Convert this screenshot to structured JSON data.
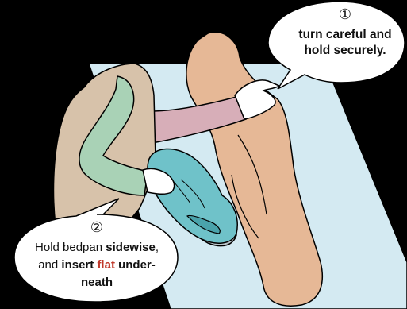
{
  "background_color": "#000000",
  "colors": {
    "bed": "#d4eaf2",
    "patient_skin": "#e6b896",
    "caregiver_coat": "#d7c2aa",
    "sleeve_front": "#a9d2b6",
    "sleeve_back": "#d7aeb8",
    "bedpan": "#6fc2c9",
    "emphasis_red": "#c0392b",
    "bubble": "#ffffff"
  },
  "step_1": {
    "number": "①",
    "line1": "turn careful and",
    "line2": "hold securely."
  },
  "step_2": {
    "number": "②",
    "line1_prefix": "Hold bedpan ",
    "line1_emphasis": "sidewise",
    "line1_suffix": ",",
    "line2_prefix": "and ",
    "line2_bold": "insert ",
    "line2_red": "flat",
    "line2_suffix": " under-",
    "line3": "neath"
  }
}
